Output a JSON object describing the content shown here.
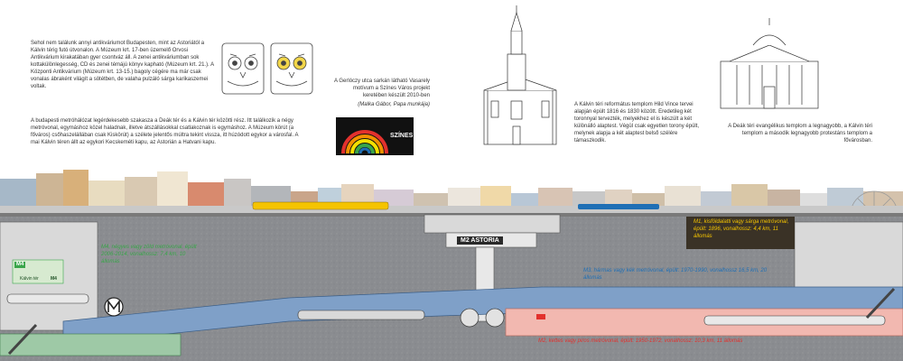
{
  "texts": {
    "antique_shop": "Sehol nem találunk annyi antikváriumot Budapesten, mint az Astoriától a Kálvin térig futó útvonalon. A Múzeum krt. 17-ben üzemelő Orvosi Antikvárium kirakatában gyer csontváz áll. A zenei antikváriumban sok kottakülönlegesség, CD és zenei témájú könyv kapható (Múzeum krt. 21.). A Központi Antikvárium (Múzeum krt. 13-15.) bagoly cégére ma már csak vonalas ábraként világít a sötétben, de valaha pulzáló sárga karikaszemei voltak.",
    "metro_history": "A budapesti metróhálózat legérdekesebb szakasza a Deák tér és a Kálvin tér közötti rész. Itt találkozik a négy metróvonal, egymáshoz közel haladnak, illetve átszállásokkal csatlakoznak is egymáshoz. A Múzeum körút (a főváros) csőhaszelállában csak Kiskörút) a szélete jelentős múltra tekint vissza, itt húzódott egykor a városfal. A mai Kálvin téren állt az egykori Kecskeméti kapu, az Astorián a Hatvani kapu.",
    "gerloczy": "A Gerlóczy utca sarkán látható Vasarely motívum a Színes Város projekt keretében készült 2010-ben",
    "gerloczy_credit": "(Malka Gábor, Papa munkája)",
    "calvin_church": "A Kálvin téri református templom Hild Vince tervei alapján épült 1816 és 1830 között. Eredetileg két toronnyal tervezték, melyekhez el is készült a két különálló alaptest. Végül csak egyetlen torony épült, melynek alapja a két alaptest belső szélére támaszkodik.",
    "deak_church": "A Deák téri evangélikus templom a legnagyobb, a Kálvin téri templom a második legnagyobb protestáns templom a fővárosban.",
    "m4": "M4, négyes vagy zöld metróvonal, épült 2006-2014, vonalhossz: 7,4 km, 10 állomás",
    "m3": "M3, hármas vagy kék metróvonal, épült: 1970-1990, vonalhossz 16,5 km, 20 állomás",
    "m1": "M1, kisföldalatti vagy sárga metróvonal, épült: 1896, vonalhossz: 4,4 km, 11 állomás",
    "m2": "M2, kettes vagy piros metróvonal, épült: 1950-1972, vonalhossz: 10,3 km, 11 állomás",
    "astoria": "M2 ASTORIA",
    "kalvin": "Kálvin tér",
    "kalvin_m4": "M4",
    "m4_badge": "M4",
    "szines_varos": "SZÍNES VÁROS"
  },
  "colors": {
    "m1": "#f5c400",
    "m2": "#e3312d",
    "m3": "#1f6fb5",
    "m4": "#3aa54a",
    "ground": "#8c8e93",
    "tunnel_blue": "#7fa0c8",
    "tunnel_pink": "#f2b8b0",
    "m1_box": "#3a3226"
  },
  "icons": [
    "owl-sign-icon",
    "owl-sign-lit-icon",
    "rainbow-vasarely-icon",
    "metro-logo-icon",
    "ferris-wheel-icon",
    "escalator-icon"
  ]
}
